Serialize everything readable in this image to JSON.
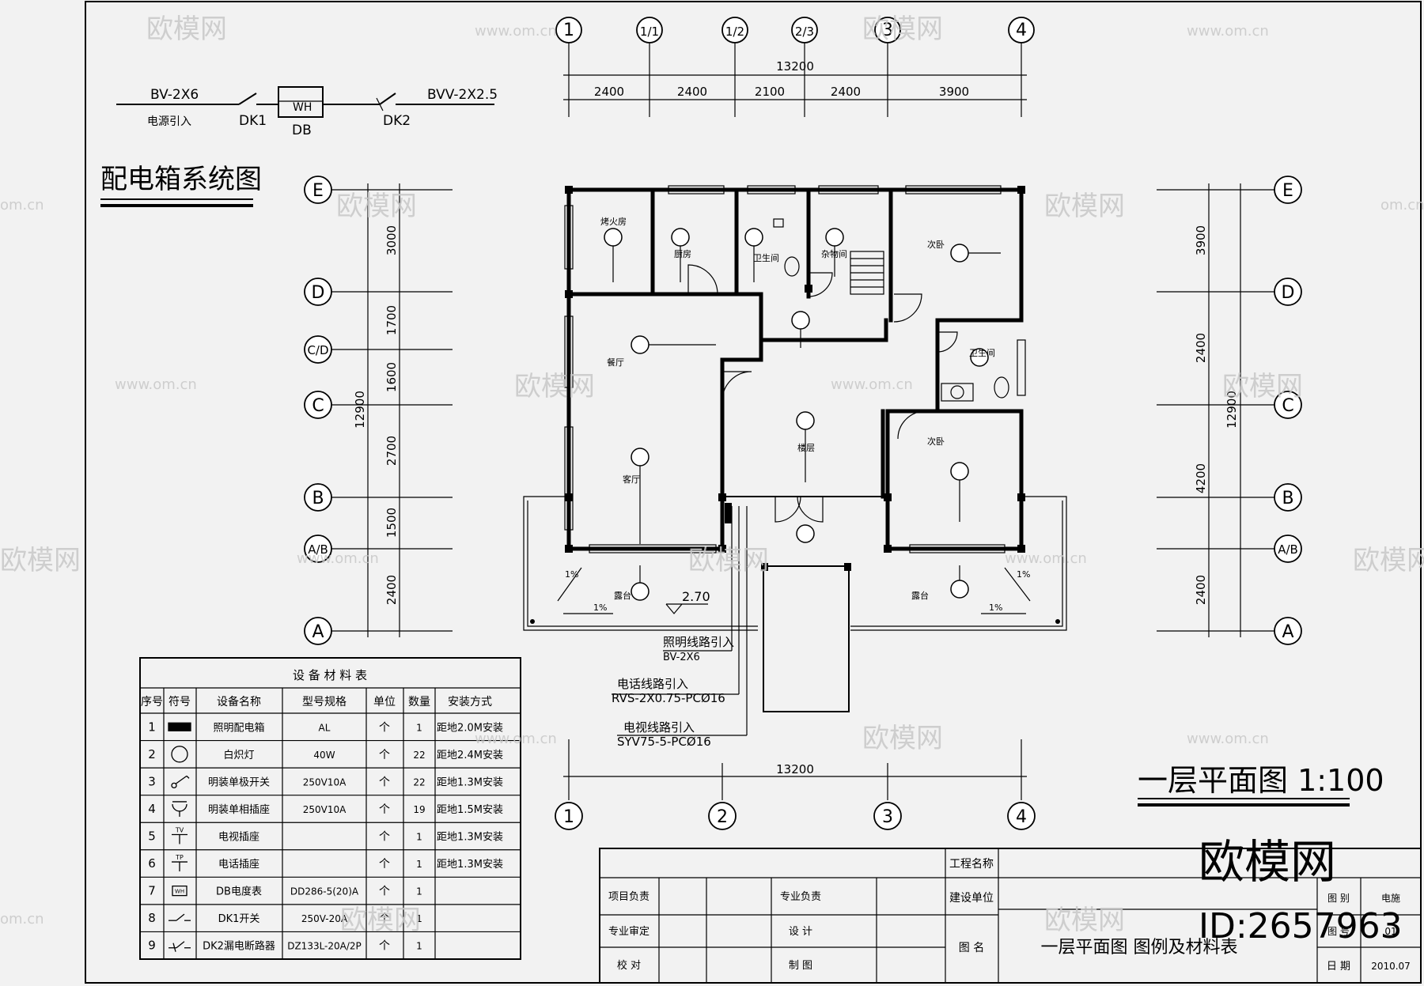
{
  "power_system": {
    "title": "配电箱系统图",
    "in_cable": "BV-2X6",
    "in_label": "电源引入",
    "dk1": "DK1",
    "wh": "WH",
    "db": "DB",
    "dk2": "DK2",
    "out_cable": "BVV-2X2.5"
  },
  "top_axes": [
    "1",
    "1/1",
    "1/2",
    "2/3",
    "3",
    "4"
  ],
  "top_dims": {
    "total": "13200",
    "segments": [
      "2400",
      "2400",
      "2100",
      "2400",
      "3900"
    ]
  },
  "bottom_axes": [
    "1",
    "2",
    "3",
    "4"
  ],
  "bottom_total": "13200",
  "left_axes": [
    "E",
    "D",
    "C/D",
    "C",
    "B",
    "A/B",
    "A"
  ],
  "left_dims": {
    "total": "12900",
    "segments": [
      "3000",
      "1700",
      "1600",
      "2700",
      "1500",
      "2400"
    ]
  },
  "right_axes": [
    "E",
    "D",
    "C",
    "B",
    "A/B",
    "A"
  ],
  "right_dims": {
    "total": "12900",
    "segments": [
      "3900",
      "2400",
      "4200",
      "2400"
    ]
  },
  "rooms": {
    "r1": "烤火房",
    "r2": "厨房",
    "r3": "卫生间",
    "r4": "杂物间",
    "r5": "次卧",
    "r6": "餐厅",
    "r7": "卫生间",
    "r8": "客厅",
    "r9": "次卧",
    "r10": "楼层",
    "r11": "露台",
    "r12": "露台"
  },
  "slopes": [
    "1%",
    "1%",
    "1%",
    "1%"
  ],
  "elevation": "2.70",
  "lines_in": {
    "lighting_label": "照明线路引入",
    "lighting_spec": "BV-2X6",
    "phone_label": "电话线路引入",
    "phone_spec": "RVS-2X0.75-PCØ16",
    "tv_label": "电视线路引入",
    "tv_spec": "SYV75-5-PCØ16"
  },
  "plan_title": "一层平面图 1:100",
  "material_table": {
    "title": "设 备 材 料 表",
    "headers": [
      "序号",
      "符号",
      "设备名称",
      "型号规格",
      "单位",
      "数量",
      "安装方式"
    ],
    "rows": [
      {
        "no": "1",
        "symbol": "distribution-box",
        "name": "照明配电箱",
        "spec": "AL",
        "unit": "个",
        "qty": "1",
        "install": "距地2.0M安装"
      },
      {
        "no": "2",
        "symbol": "lamp",
        "name": "白炽灯",
        "spec": "40W",
        "unit": "个",
        "qty": "22",
        "install": "距地2.4M安装"
      },
      {
        "no": "3",
        "symbol": "switch",
        "name": "明装单极开关",
        "spec": "250V10A",
        "unit": "个",
        "qty": "22",
        "install": "距地1.3M安装"
      },
      {
        "no": "4",
        "symbol": "socket",
        "name": "明装单相插座",
        "spec": "250V10A",
        "unit": "个",
        "qty": "19",
        "install": "距地1.5M安装"
      },
      {
        "no": "5",
        "symbol": "tv-socket",
        "name": "电视插座",
        "spec": "",
        "unit": "个",
        "qty": "1",
        "install": "距地1.3M安装"
      },
      {
        "no": "6",
        "symbol": "phone-socket",
        "name": "电话插座",
        "spec": "",
        "unit": "个",
        "qty": "1",
        "install": "距地1.3M安装"
      },
      {
        "no": "7",
        "symbol": "meter",
        "name": "DB电度表",
        "spec": "DD286-5(20)A",
        "unit": "个",
        "qty": "1",
        "install": ""
      },
      {
        "no": "8",
        "symbol": "dk1-switch",
        "name": "DK1开关",
        "spec": "250V-20A",
        "unit": "个",
        "qty": "1",
        "install": ""
      },
      {
        "no": "9",
        "symbol": "dk2-breaker",
        "name": "DK2漏电断路器",
        "spec": "DZ133L-20A/2P",
        "unit": "个",
        "qty": "1",
        "install": ""
      }
    ],
    "symbol_tags": {
      "wh": "WH",
      "tv": "TV",
      "tp": "TP"
    }
  },
  "title_block": {
    "project_name": "工程名称",
    "client": "建设单位",
    "project_lead": "项目负责",
    "discipline_lead": "专业负责",
    "review": "专业审定",
    "design": "设    计",
    "check": "校    对",
    "draw": "制    图",
    "drawing_name_label": "图    名",
    "drawing_name": "一层平面图    图例及材料表",
    "category_value": "电施",
    "number_value": "01",
    "date_label": "日 期",
    "date_value": "2010.07",
    "category_label": "图 别",
    "number_label": "图 号"
  },
  "watermark": {
    "brand": "欧模网",
    "site": "www.om.cn",
    "site_short": "om.cn",
    "id": "ID:2657963"
  }
}
